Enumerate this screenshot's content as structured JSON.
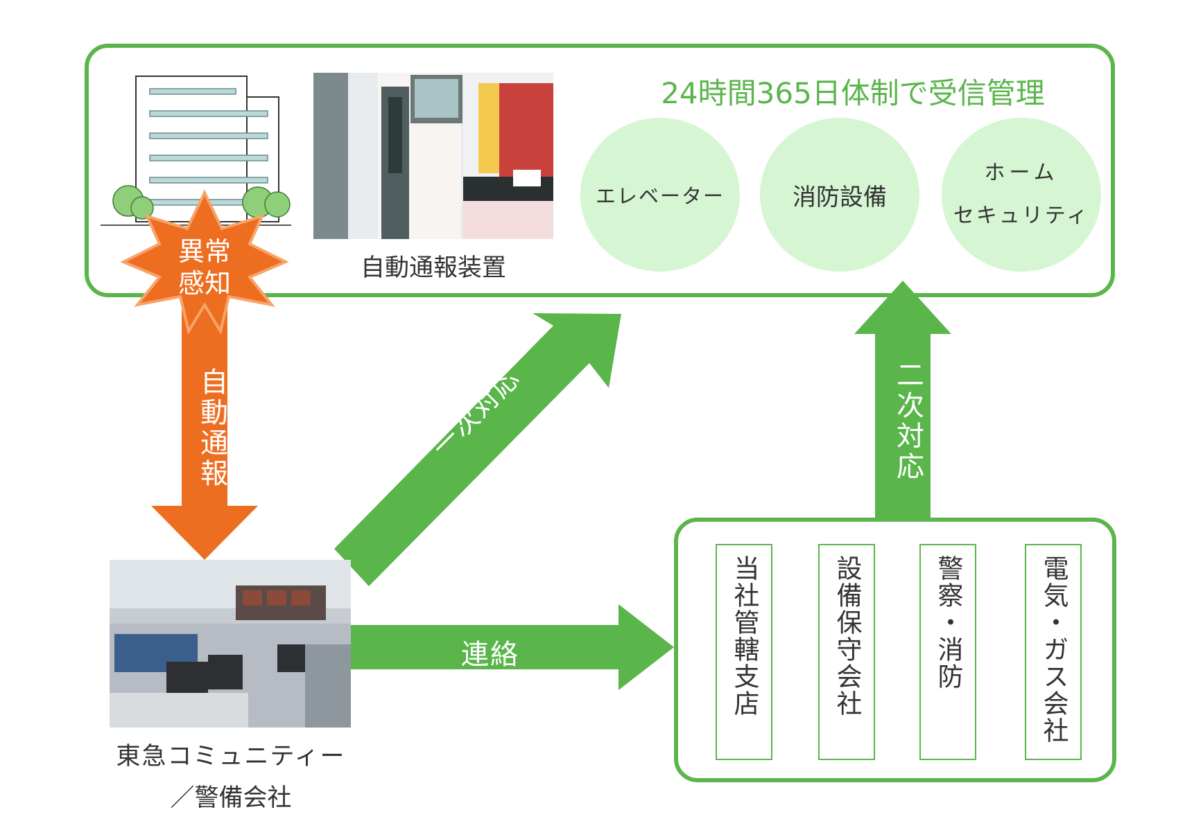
{
  "header": {
    "monitoring_title": "24時間365日体制で受信管理"
  },
  "devices": {
    "auto_device_caption": "自動通報装置"
  },
  "services": [
    {
      "label": "エレベーター"
    },
    {
      "label": "消防設備"
    },
    {
      "label_line1": "ホーム",
      "label_line2": "セキュリティ"
    }
  ],
  "alert": {
    "burst_line1": "異常",
    "burst_line2": "感知"
  },
  "arrows": {
    "auto_report": "自動通報",
    "primary_response": "一次対応",
    "secondary_response": "二次対応",
    "contact": "連絡"
  },
  "center": {
    "caption_line1": "東急コミュニティー",
    "caption_line2": "／警備会社"
  },
  "partners": [
    {
      "label": "当社管轄支店"
    },
    {
      "label": "設備保守会社"
    },
    {
      "label": "警察・消防"
    },
    {
      "label": "電気・ガス会社"
    }
  ],
  "colors": {
    "green": "#5ab54b",
    "light_green": "#d6f5d3",
    "orange": "#ee6e21"
  }
}
